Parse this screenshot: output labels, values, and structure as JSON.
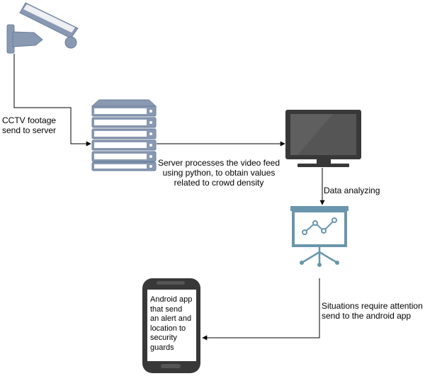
{
  "nodes": {
    "cctv": {
      "icon": "cctv-camera-icon"
    },
    "server": {
      "icon": "server-rack-icon"
    },
    "monitor": {
      "icon": "monitor-icon"
    },
    "presentation": {
      "icon": "presentation-chart-icon"
    },
    "phone": {
      "icon": "smartphone-icon",
      "text": "Android app\nthat send\nan alert and\nlocation to\nsecurity\nguards"
    }
  },
  "edges": {
    "cctv_to_server": "CCTV footage\nsend to server",
    "server_to_monitor": "Server processes the video feed\nusing python, to obtain values\nrelated to crowd density",
    "monitor_to_chart": "Data analyzing",
    "chart_to_phone": "Situations require attention\nsend to the android app"
  },
  "colors": {
    "icon_fill": "#8a99b2",
    "icon_stroke": "#6c7f9c",
    "chart_blue": "#6996ac",
    "device_dark": "#383838",
    "connector": "#000000"
  }
}
